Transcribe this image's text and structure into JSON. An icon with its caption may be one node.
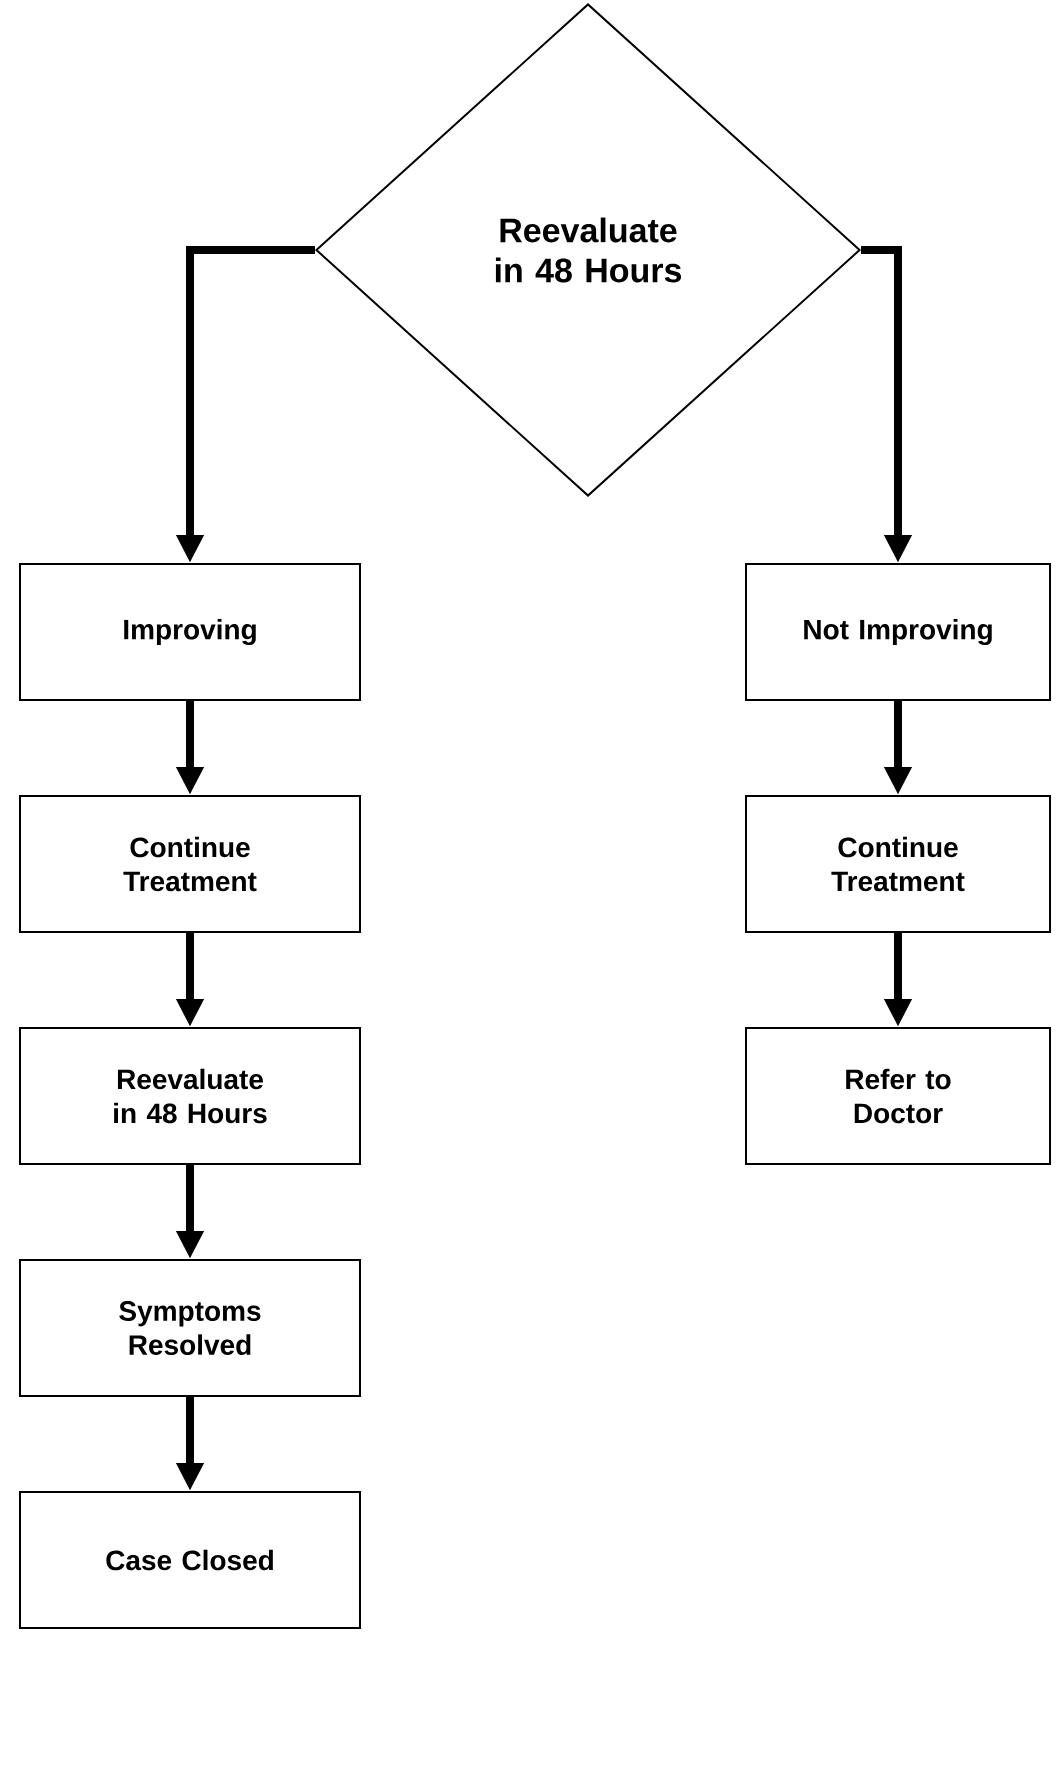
{
  "diagram": {
    "nodes": [
      {
        "text": [
          "Reevaluate in 48 Hours"
        ]
      },
      {
        "text": [
          "Improving"
        ]
      },
      {
        "text": [
          "Continue Treatment"
        ]
      },
      {
        "text": [
          "Reevaluate in 48 Hours"
        ]
      },
      {
        "text": [
          "Symptoms Resolved"
        ]
      },
      {
        "text": [
          "Case Closed"
        ]
      },
      {
        "text": [
          "Not Improving"
        ]
      },
      {
        "text": [
          "Continue Treatment"
        ]
      },
      {
        "text": [
          "Refer to Doctor"
        ]
      }
    ],
    "edges": [
      {
        "from": 0,
        "to": 1,
        "arrow": "to"
      },
      {
        "from": 0,
        "to": 6,
        "arrow": "to"
      },
      {
        "from": 1,
        "to": 2,
        "arrow": "to"
      },
      {
        "from": 2,
        "to": 3,
        "arrow": "to"
      },
      {
        "from": 3,
        "to": 4,
        "arrow": "to"
      },
      {
        "from": 4,
        "to": 5,
        "arrow": "to"
      },
      {
        "from": 6,
        "to": 7,
        "arrow": "to"
      },
      {
        "from": 7,
        "to": 8,
        "arrow": "to"
      }
    ]
  }
}
